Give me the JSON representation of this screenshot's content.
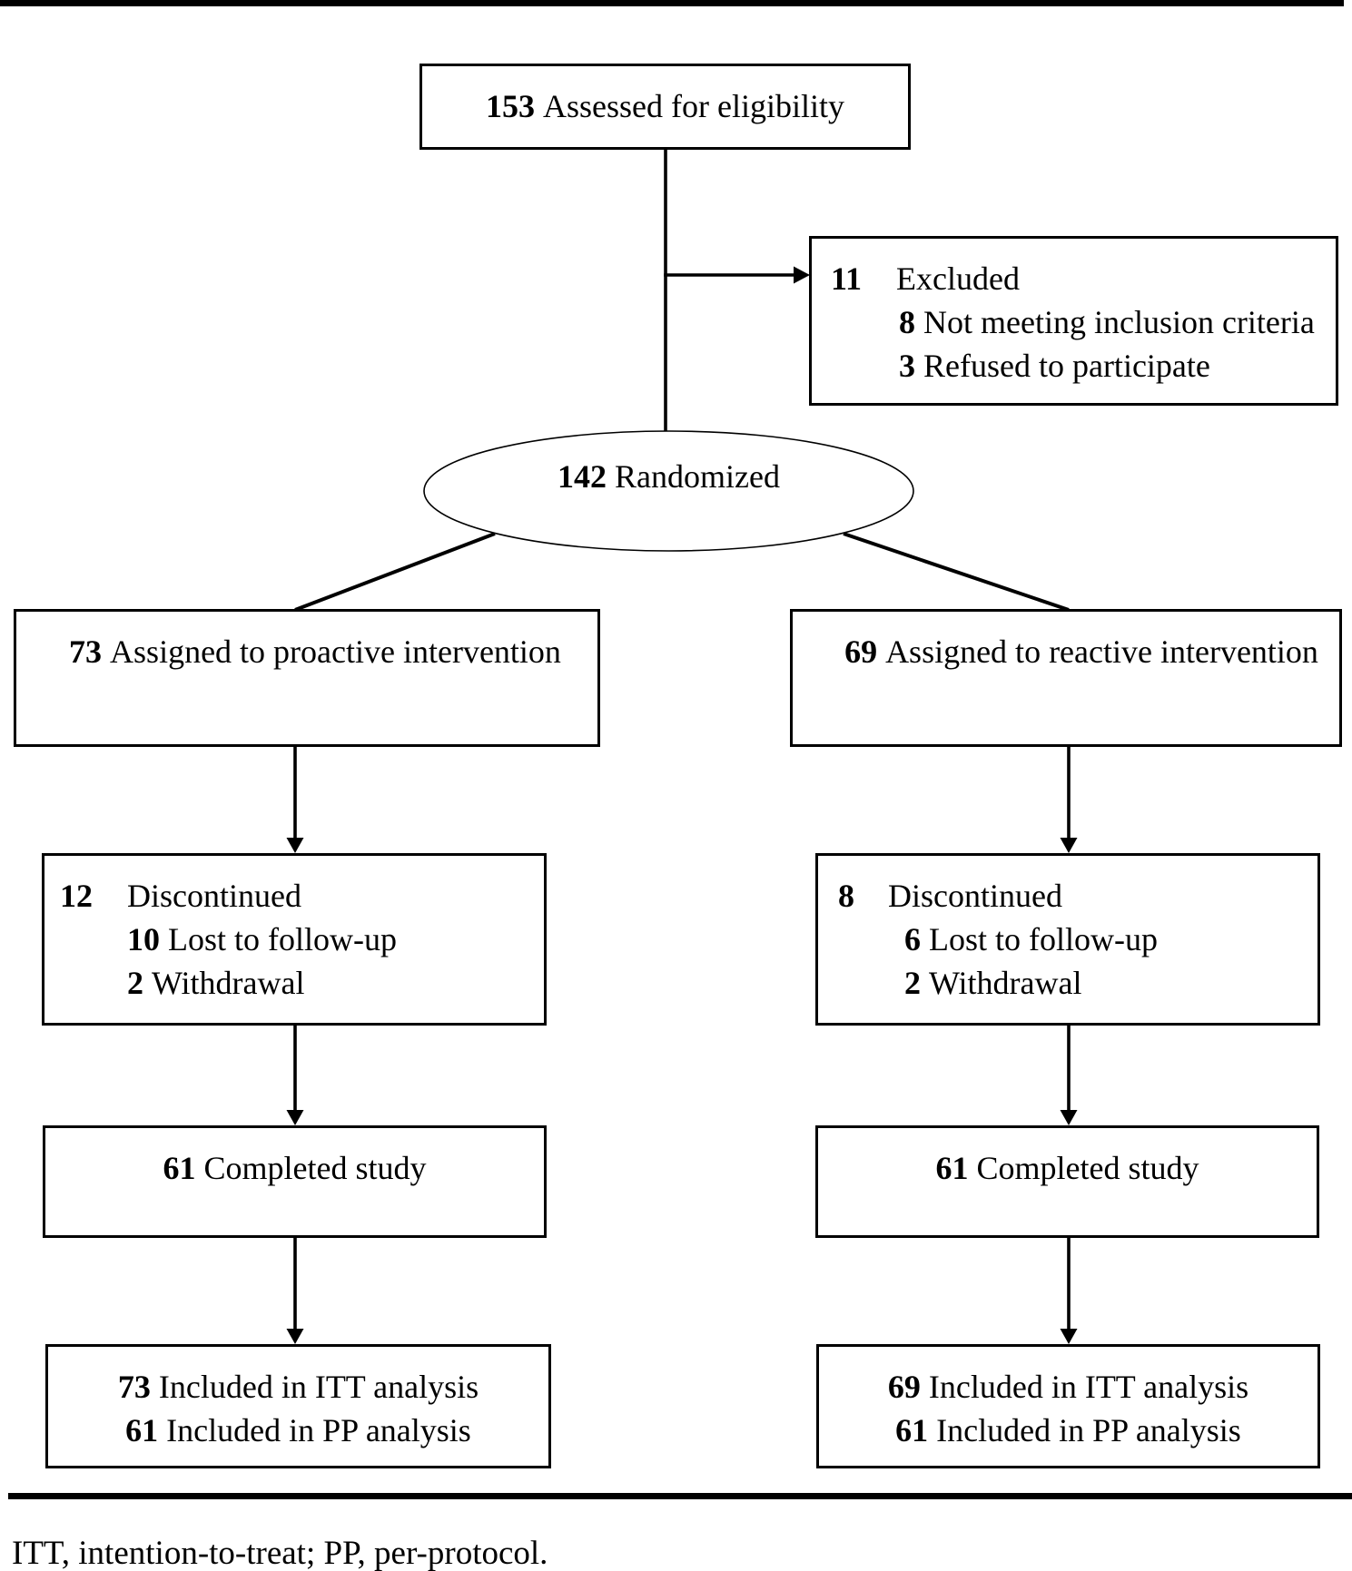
{
  "figure": {
    "nodes": {
      "assessed": {
        "count": "153",
        "label": "Assessed for eligibility"
      },
      "excluded": {
        "count": "11",
        "label": "Excluded",
        "items": [
          {
            "count": "8",
            "label": "Not meeting inclusion criteria"
          },
          {
            "count": "3",
            "label": "Refused to participate"
          }
        ]
      },
      "randomized": {
        "count": "142",
        "label": "Randomized"
      },
      "assigned_proactive": {
        "count": "73",
        "label": "Assigned to proactive intervention"
      },
      "assigned_reactive": {
        "count": "69",
        "label": "Assigned to reactive intervention"
      },
      "discontinued_proactive": {
        "count": "12",
        "label": "Discontinued",
        "items": [
          {
            "count": "10",
            "label": "Lost to follow-up"
          },
          {
            "count": "2",
            "label": "Withdrawal"
          }
        ]
      },
      "discontinued_reactive": {
        "count": "8",
        "label": "Discontinued",
        "items": [
          {
            "count": "6",
            "label": "Lost to follow-up"
          },
          {
            "count": "2",
            "label": "Withdrawal"
          }
        ]
      },
      "completed_proactive": {
        "count": "61",
        "label": "Completed study"
      },
      "completed_reactive": {
        "count": "61",
        "label": "Completed study"
      },
      "analysis_proactive": {
        "lines": [
          {
            "count": "73",
            "label": "Included in ITT analysis"
          },
          {
            "count": "61",
            "label": "Included in PP analysis"
          }
        ]
      },
      "analysis_reactive": {
        "lines": [
          {
            "count": "69",
            "label": "Included in ITT analysis"
          },
          {
            "count": "61",
            "label": "Included in PP analysis"
          }
        ]
      }
    },
    "footnote": "ITT, intention-to-treat; PP, per-protocol.",
    "colors": {
      "ink": "#000000",
      "background": "#ffffff"
    }
  }
}
